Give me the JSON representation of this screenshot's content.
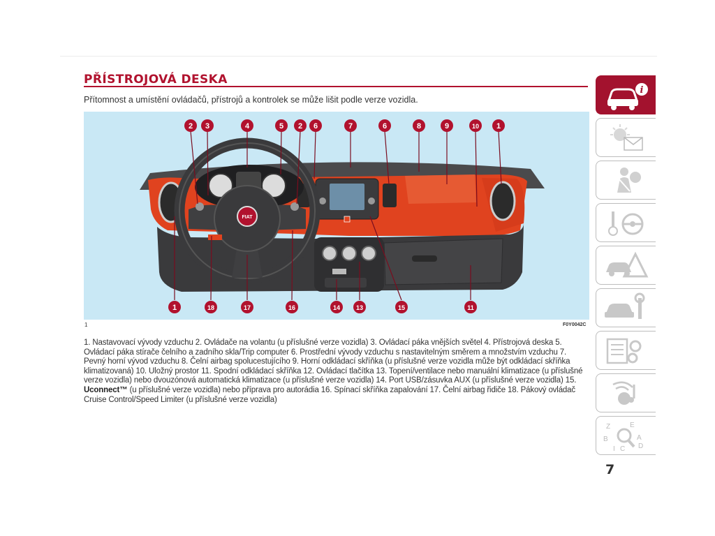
{
  "page": {
    "title": "PŘÍSTROJOVÁ DESKA",
    "subtitle": "Přítomnost a umístění ovládačů, přístrojů a kontrolek se může lišit podle verze vozidla.",
    "page_number": "7"
  },
  "figure": {
    "roman": "1",
    "code": "F0Y0042C",
    "callouts_top": [
      "2",
      "3",
      "4",
      "5",
      "2",
      "6",
      "7",
      "6",
      "8",
      "9",
      "10",
      "1"
    ],
    "callouts_bottom": [
      "1",
      "18",
      "17",
      "16",
      "14",
      "13",
      "15",
      "11"
    ]
  },
  "description": {
    "part1": "1. Nastavovací vývody vzduchu 2. Ovládače na volantu (u příslušné verze vozidla) 3. Ovládací páka vnějších světel 4. Přístrojová deska 5. Ovládací páka stírače čelního a zadního skla/Trip computer 6. Prostřední vývody vzduchu s nastavitelným směrem a množstvím vzduchu 7. Pevný horní vývod vzduchu 8. Čelní airbag spolucestujícího 9. Horní odkládací skříňka (u příslušné verze vozidla může být odkládací skříňka klimatizovaná) 10. Uložný prostor 11. Spodní odkládací skříňka 12. Ovládací tlačítka 13. Topení/ventilace nebo manuální klimatizace (u příslušné verze vozidla) nebo dvouzónová automatická klimatizace (u příslušné verze vozidla) 14. Port USB/zásuvka AUX (u příslušné verze vozidla) 15. ",
    "brand": "Uconnect™",
    "part2": " (u příslušné verze vozidla) nebo příprava pro autorádia 16. Spínací skříňka zapalování 17. Čelní airbag řidiče 18. Pákový ovládač Cruise Control/Speed Limiter (u příslušné verze vozidla)"
  },
  "side_tabs": [
    {
      "icon": "car-info-icon",
      "active": true
    },
    {
      "icon": "warning-light-envelope-icon",
      "active": false
    },
    {
      "icon": "seatbelt-airbag-icon",
      "active": false
    },
    {
      "icon": "key-steering-wheel-icon",
      "active": false
    },
    {
      "icon": "car-hazard-triangle-icon",
      "active": false
    },
    {
      "icon": "car-wrench-icon",
      "active": false
    },
    {
      "icon": "data-gears-icon",
      "active": false
    },
    {
      "icon": "multimedia-music-icon",
      "active": false
    },
    {
      "icon": "alphabetical-index-search-icon",
      "active": false
    }
  ],
  "colors": {
    "accent": "#b1122e",
    "tab_active": "#a3122e",
    "figure_background": "#c9e8f5",
    "dashboard_orange": "#e0431f",
    "dashboard_dark": "#3a3a3c"
  }
}
